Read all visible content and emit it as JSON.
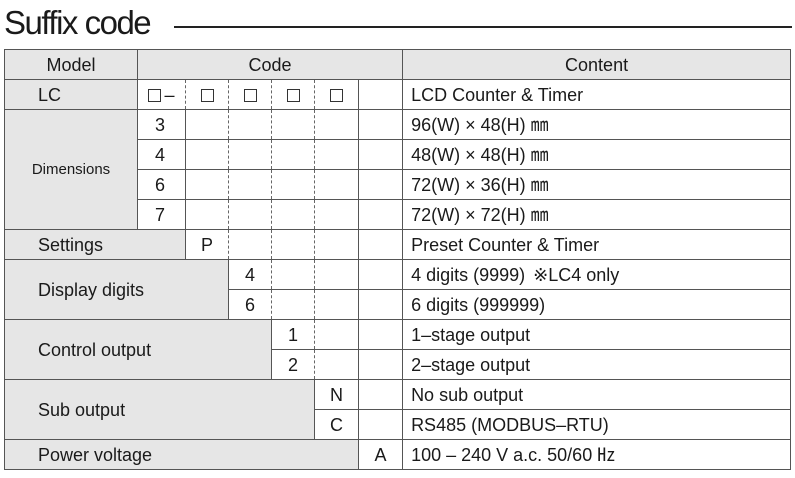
{
  "page": {
    "title": "Suffix code"
  },
  "table": {
    "headers": {
      "model": "Model",
      "code": "Code",
      "content": "Content"
    },
    "lc_row": {
      "label": "LC",
      "dash": "–",
      "content": "LCD Counter & Timer"
    },
    "dimensions": {
      "label": "Dimensions",
      "rows": [
        {
          "code": "3",
          "content": "96(W) × 48(H) ㎜"
        },
        {
          "code": "4",
          "content": "48(W) × 48(H) ㎜"
        },
        {
          "code": "6",
          "content": "72(W) × 36(H) ㎜"
        },
        {
          "code": "7",
          "content": "72(W) × 72(H) ㎜"
        }
      ]
    },
    "settings": {
      "label": "Settings",
      "code": "P",
      "content": "Preset Counter & Timer"
    },
    "display_digits": {
      "label": "Display digits",
      "rows": [
        {
          "code": "4",
          "content": "4 digits (9999)",
          "note": "※LC4 only"
        },
        {
          "code": "6",
          "content": "6 digits (999999)"
        }
      ]
    },
    "control_output": {
      "label": "Control output",
      "rows": [
        {
          "code": "1",
          "content": "1–stage output"
        },
        {
          "code": "2",
          "content": "2–stage output"
        }
      ]
    },
    "sub_output": {
      "label": "Sub output",
      "rows": [
        {
          "code": "N",
          "content": "No sub output"
        },
        {
          "code": "C",
          "content": "RS485 (MODBUS–RTU)"
        }
      ]
    },
    "power_voltage": {
      "label": "Power voltage",
      "code": "A",
      "content": "100 – 240 V a.c. 50/60 ㎐"
    }
  }
}
